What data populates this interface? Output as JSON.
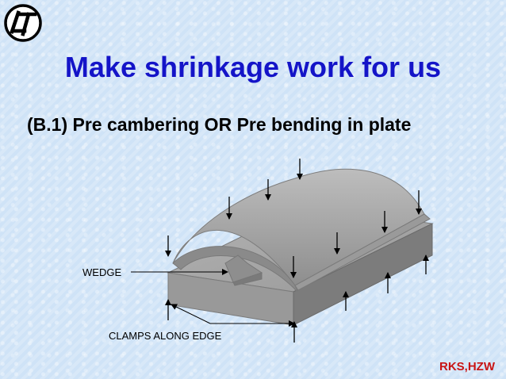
{
  "title": "Make shrinkage work for us",
  "subtitle": "(B.1) Pre cambering OR Pre bending in plate",
  "labels": {
    "wedge": "WEDGE",
    "clamps": "CLAMPS ALONG EDGE"
  },
  "footer": "RKS,HZW",
  "logo": {
    "icon": "lt-logo-icon"
  },
  "colors": {
    "title": "#1414c8",
    "footer": "#c81414",
    "plate": "#a8a8a8"
  }
}
